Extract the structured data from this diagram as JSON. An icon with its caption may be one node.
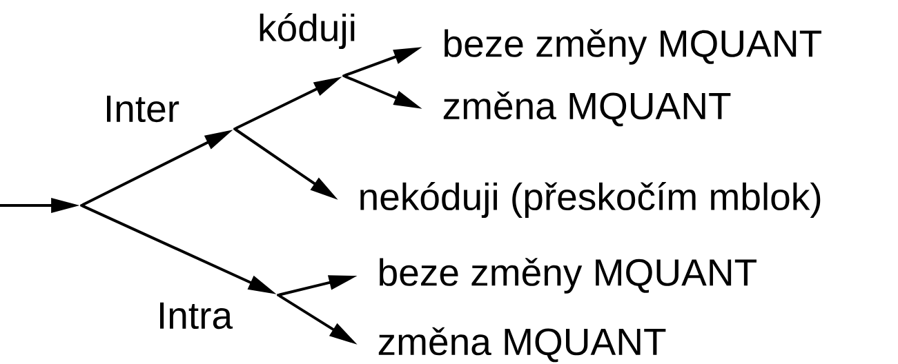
{
  "diagram": {
    "nodes": [
      {
        "text": [],
        "shape": "point"
      },
      {
        "text": [],
        "shape": "point"
      },
      {
        "text": [],
        "shape": "point"
      },
      {
        "text": [
          "beze změny MQUANT"
        ]
      },
      {
        "text": [
          "změna MQUANT"
        ]
      },
      {
        "text": [
          "nekóduji (přeskočím mblok)"
        ]
      },
      {
        "text": [],
        "shape": "point"
      },
      {
        "text": [
          "beze změny MQUANT"
        ]
      },
      {
        "text": [
          "změna MQUANT"
        ]
      }
    ],
    "edges": [
      {
        "from": null,
        "to": 0,
        "arrow": "to"
      },
      {
        "from": 0,
        "to": 1,
        "arrow": "to",
        "label": "Inter"
      },
      {
        "from": 1,
        "to": 2,
        "arrow": "to",
        "label": "kóduji"
      },
      {
        "from": 2,
        "to": 3,
        "arrow": "to"
      },
      {
        "from": 2,
        "to": 4,
        "arrow": "to"
      },
      {
        "from": 1,
        "to": 5,
        "arrow": "to"
      },
      {
        "from": 0,
        "to": 6,
        "arrow": "to",
        "label": "Intra"
      },
      {
        "from": 6,
        "to": 7,
        "arrow": "to"
      },
      {
        "from": 6,
        "to": 8,
        "arrow": "to"
      }
    ]
  }
}
